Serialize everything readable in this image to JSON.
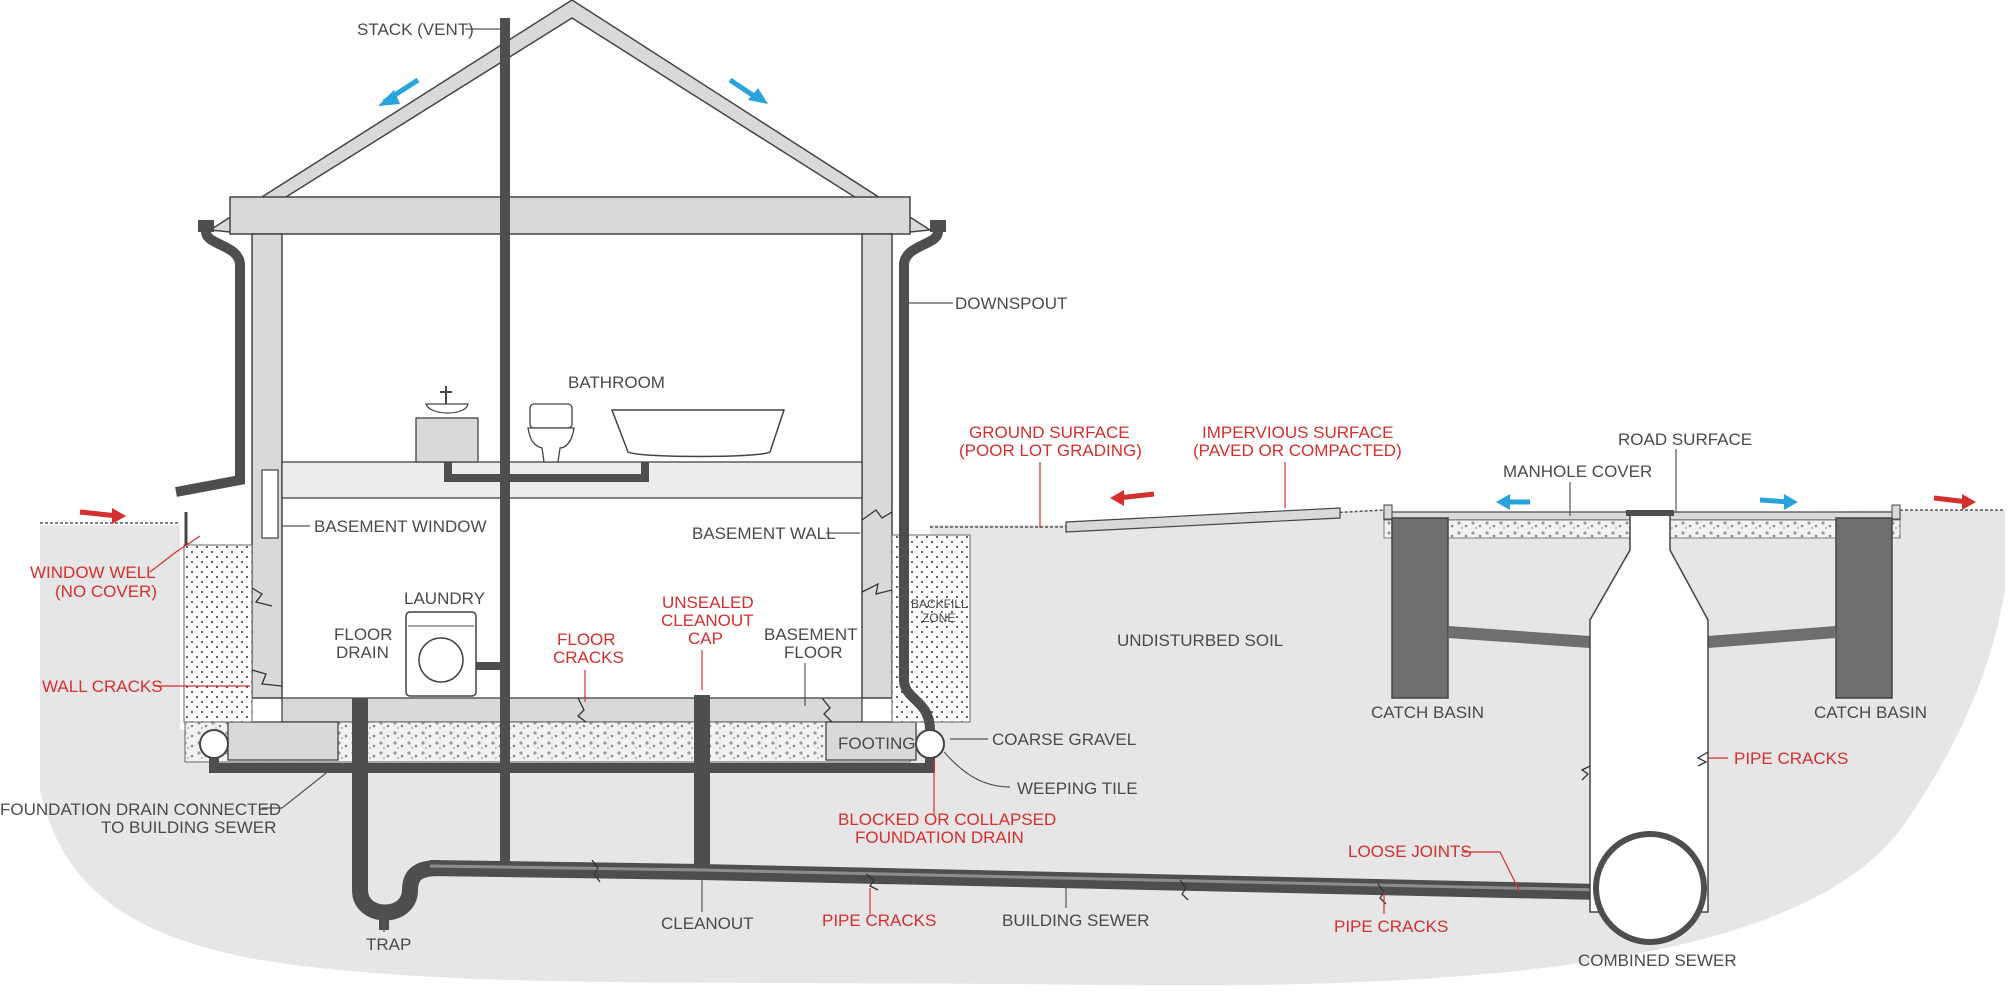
{
  "labels": {
    "stack_vent": "STACK (VENT)",
    "downspout": "DOWNSPOUT",
    "bathroom": "BATHROOM",
    "basement_window": "BASEMENT WINDOW",
    "basement_wall": "BASEMENT WALL",
    "laundry": "LAUNDRY",
    "floor_drain_1": "FLOOR",
    "floor_drain_2": "DRAIN",
    "basement_floor_1": "BASEMENT",
    "basement_floor_2": "FLOOR",
    "backfill_zone_1": "BACKFILL",
    "backfill_zone_2": "ZONE",
    "footing": "FOOTING",
    "coarse_gravel": "COARSE GRAVEL",
    "weeping_tile": "WEEPING TILE",
    "foundation_drain_1": "FOUNDATION DRAIN CONNECTED",
    "foundation_drain_2": "TO BUILDING SEWER",
    "trap": "TRAP",
    "cleanout": "CLEANOUT",
    "building_sewer": "BUILDING SEWER",
    "undisturbed_soil": "UNDISTURBED SOIL",
    "road_surface": "ROAD SURFACE",
    "manhole_cover": "MANHOLE COVER",
    "catch_basin_left": "CATCH BASIN",
    "catch_basin_right": "CATCH BASIN",
    "combined_sewer": "COMBINED SEWER"
  },
  "problem_labels": {
    "window_well_1": "WINDOW WELL",
    "window_well_2": "(NO COVER)",
    "wall_cracks": "WALL CRACKS",
    "floor_cracks_1": "FLOOR",
    "floor_cracks_2": "CRACKS",
    "unsealed_cap_1": "UNSEALED",
    "unsealed_cap_2": "CLEANOUT",
    "unsealed_cap_3": "CAP",
    "ground_surface_1": "GROUND SURFACE",
    "ground_surface_2": "(POOR LOT GRADING)",
    "impervious_1": "IMPERVIOUS SURFACE",
    "impervious_2": "(PAVED OR COMPACTED)",
    "blocked_drain_1": "BLOCKED OR COLLAPSED",
    "blocked_drain_2": "FOUNDATION DRAIN",
    "pipe_cracks_left": "PIPE CRACKS",
    "pipe_cracks_mid": "PIPE CRACKS",
    "pipe_cracks_right": "PIPE CRACKS",
    "loose_joints": "LOOSE JOINTS"
  },
  "colors": {
    "problem_red": "#d32f2f",
    "flow_blue": "#29a3dc",
    "soil_gray": "#e6e6e6",
    "pipe_gray": "#4e4e4e"
  }
}
